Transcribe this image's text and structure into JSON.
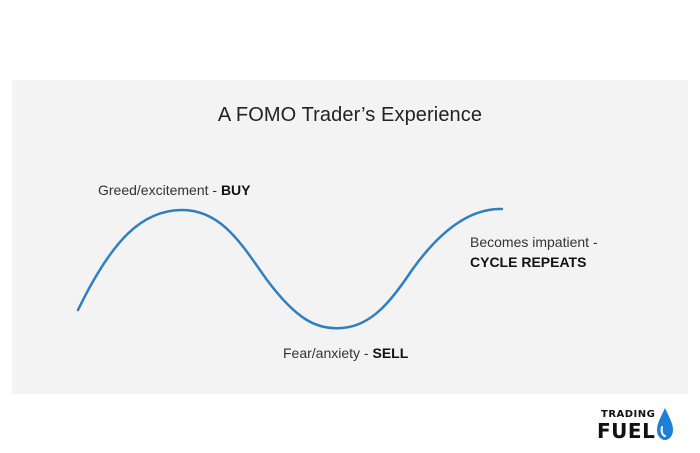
{
  "diagram": {
    "title": "A FOMO Trader’s Experience",
    "labels": {
      "buy_prefix": "Greed/excitement - ",
      "buy_action": "BUY",
      "sell_prefix": "Fear/anxiety - ",
      "sell_action": "SELL",
      "repeat_line1": "Becomes impatient  -",
      "repeat_line2": "CYCLE REPEATS"
    },
    "curve_color": "#2f7fc1",
    "panel_color": "#f3f3f3"
  },
  "logo": {
    "top_text": "TRADING",
    "bottom_text": "FUEL",
    "icon": "fuel-drop-icon",
    "accent_color": "#1f7ed6"
  }
}
